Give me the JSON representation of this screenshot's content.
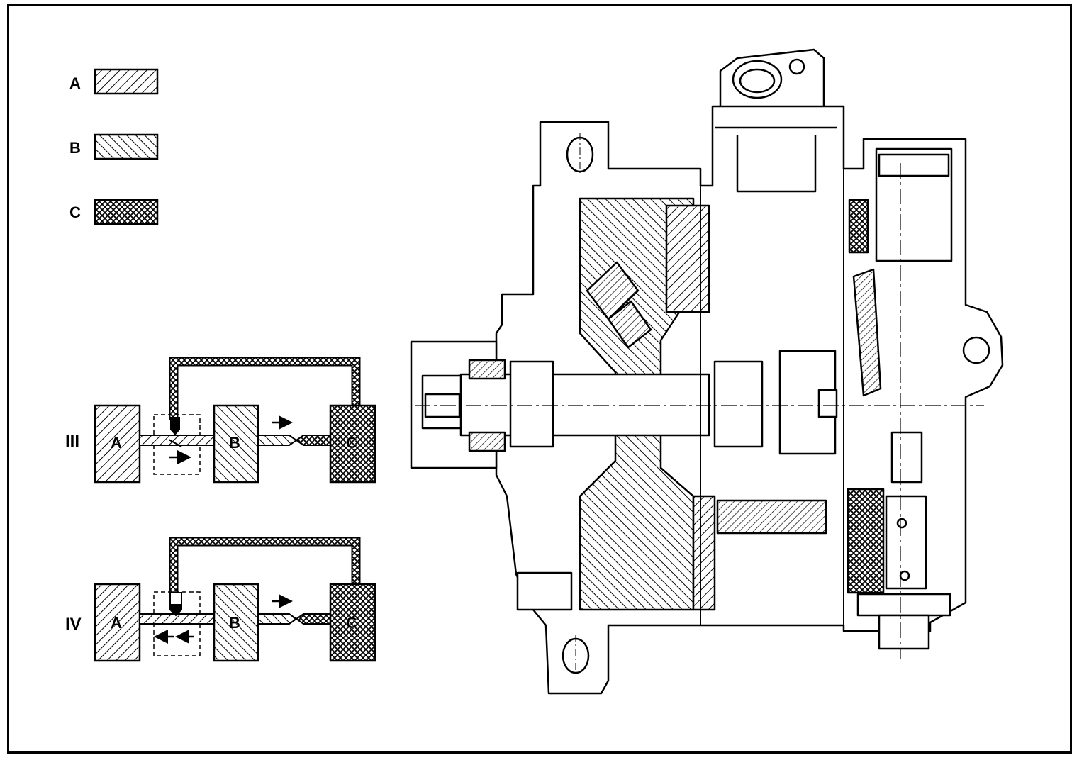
{
  "legend": {
    "items": [
      {
        "key": "A",
        "pattern": "hatch-forward"
      },
      {
        "key": "B",
        "pattern": "hatch-backward"
      },
      {
        "key": "C",
        "pattern": "crosshatch"
      }
    ]
  },
  "diagram_iii": {
    "label": "III",
    "block_a": "A",
    "block_b": "B",
    "block_c": "C"
  },
  "diagram_iv": {
    "label": "IV",
    "block_a": "A",
    "block_b": "B",
    "block_c": "C"
  },
  "colors": {
    "ink": "#000000",
    "paper": "#ffffff"
  }
}
